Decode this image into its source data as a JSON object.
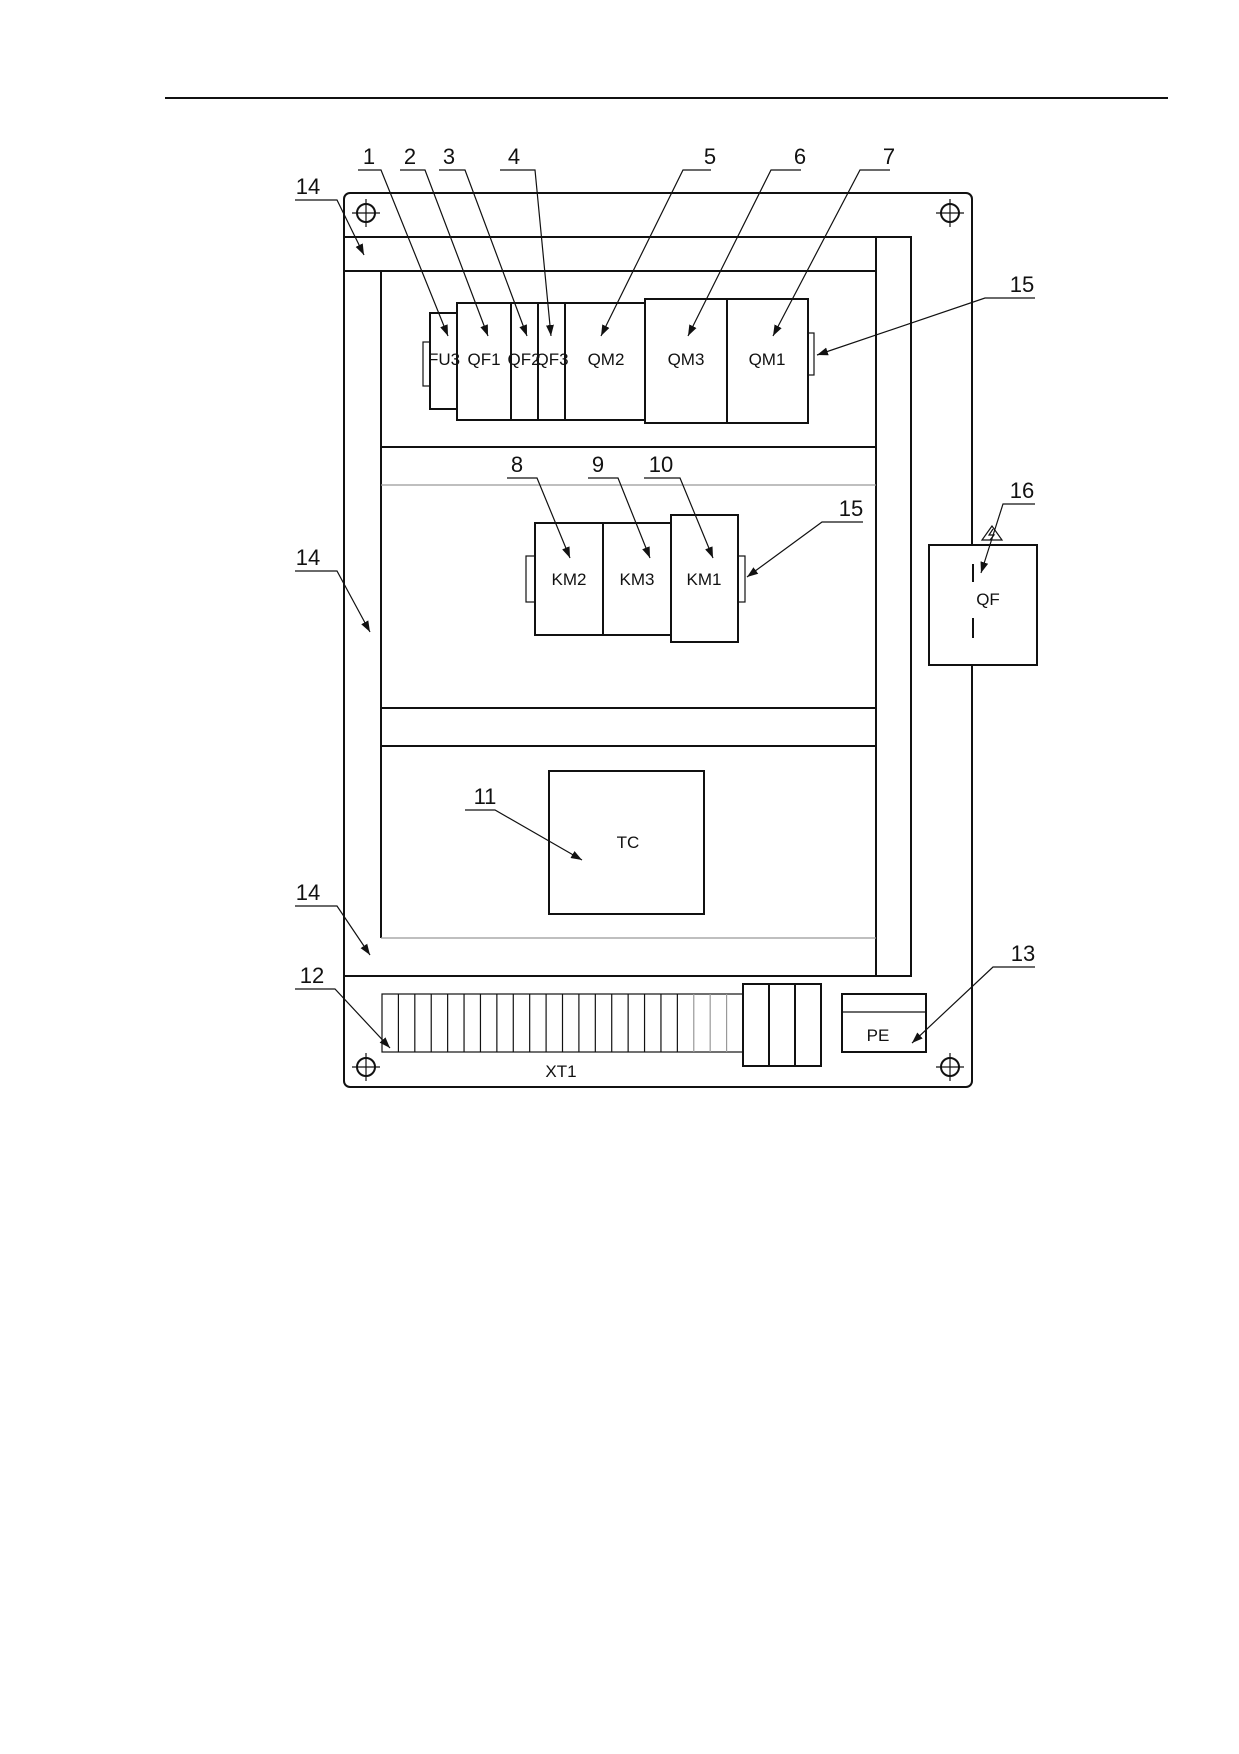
{
  "components": {
    "FU3": "FU3",
    "QF1": "QF1",
    "QF2": "QF2",
    "QF3": "QF3",
    "QM2": "QM2",
    "QM3": "QM3",
    "QM1": "QM1",
    "KM2": "KM2",
    "KM3": "KM3",
    "KM1": "KM1",
    "TC": "TC",
    "QF": "QF",
    "PE": "PE",
    "XT1": "XT1"
  },
  "callouts": {
    "c1": "1",
    "c2": "2",
    "c3": "3",
    "c4": "4",
    "c5": "5",
    "c6": "6",
    "c7": "7",
    "c8": "8",
    "c9": "9",
    "c10": "10",
    "c11": "11",
    "c12": "12",
    "c13": "13",
    "c14": "14",
    "c15": "15",
    "c16": "16"
  }
}
